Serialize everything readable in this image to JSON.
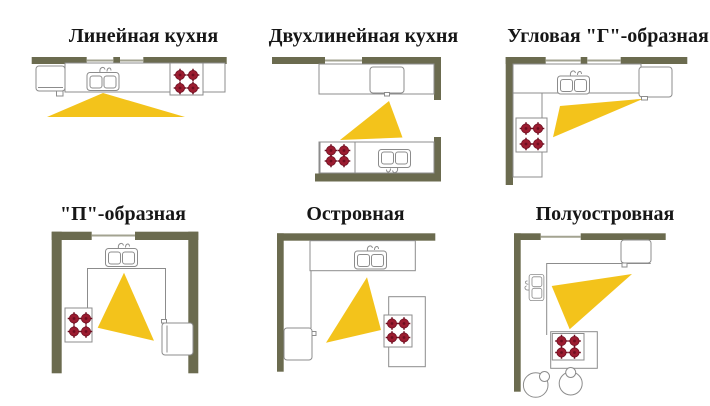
{
  "colors": {
    "bg": "#ffffff",
    "text": "#161616",
    "wall": "#6b6b4f",
    "outline": "#8c8c8c",
    "sill": "#a3a391",
    "triangle": "#f3c31b",
    "burner": "#9b1c30",
    "burner-dark": "#6e0e20"
  },
  "diagrams": [
    {
      "title": "Линейная кухня",
      "appliances": [
        "refrigerator",
        "sink",
        "stove"
      ],
      "has_work_triangle": true
    },
    {
      "title": "Двухлинейная кухня",
      "appliances": [
        "refrigerator",
        "stove",
        "sink"
      ],
      "has_work_triangle": true
    },
    {
      "title": "Угловая \"Г\"-образная",
      "appliances": [
        "sink",
        "refrigerator",
        "stove"
      ],
      "has_work_triangle": true
    },
    {
      "title": "\"П\"-образная",
      "appliances": [
        "sink",
        "stove",
        "refrigerator"
      ],
      "has_work_triangle": true
    },
    {
      "title": "Островная",
      "appliances": [
        "sink",
        "refrigerator",
        "stove"
      ],
      "has_work_triangle": true
    },
    {
      "title": "Полуостровная",
      "appliances": [
        "refrigerator",
        "sink",
        "stove",
        "stools"
      ],
      "has_work_triangle": true
    }
  ]
}
